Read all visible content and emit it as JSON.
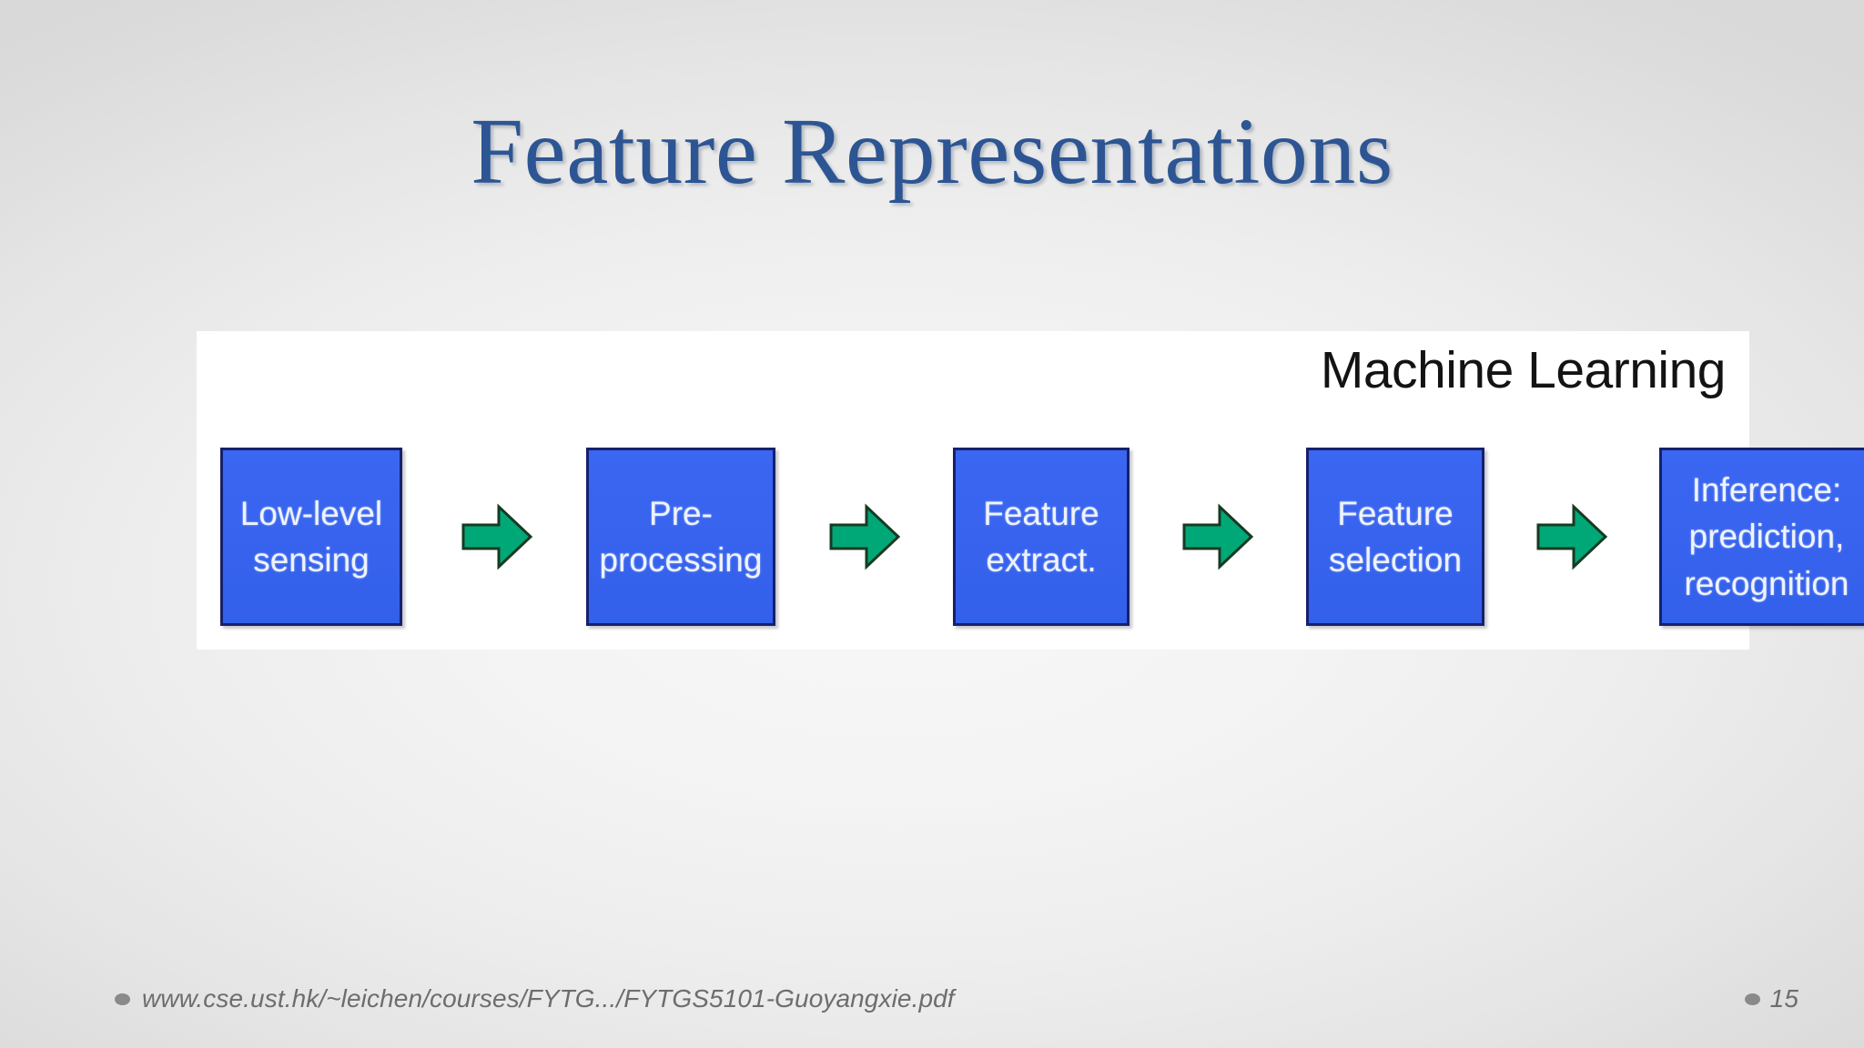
{
  "slide": {
    "title": "Feature Representations",
    "title_color": "#2d5593",
    "background_color_edge": "#dcdcdc",
    "background_color_center": "#f5f5f5"
  },
  "diagram": {
    "panel_background": "#ffffff",
    "heading": "Machine Learning",
    "heading_color": "#131313",
    "box_fill": "#3763ee",
    "box_border": "#16216b",
    "box_text_color": "#eef3fe",
    "arrow_fill": "#00a878",
    "arrow_border": "#12351f",
    "stages": [
      {
        "id": "low-level-sensing",
        "label": "Low-level\nsensing",
        "width_class": "w1"
      },
      {
        "id": "pre-processing",
        "label": "Pre-\nprocessing",
        "width_class": "w2"
      },
      {
        "id": "feature-extract",
        "label": "Feature\nextract.",
        "width_class": "w3"
      },
      {
        "id": "feature-selection",
        "label": "Feature\nselection",
        "width_class": "w4"
      },
      {
        "id": "inference",
        "label": "Inference:\nprediction,\nrecognition",
        "width_class": "w5"
      }
    ],
    "arrow_count": 4,
    "arrow_direction": "right"
  },
  "footer": {
    "source_url": "www.cse.ust.hk/~leichen/courses/FYTG.../FYTGS5101-Guoyangxie.pdf",
    "page_number": "15",
    "bullet_color": "#8a8a8a",
    "text_color": "#6d6d6d"
  }
}
